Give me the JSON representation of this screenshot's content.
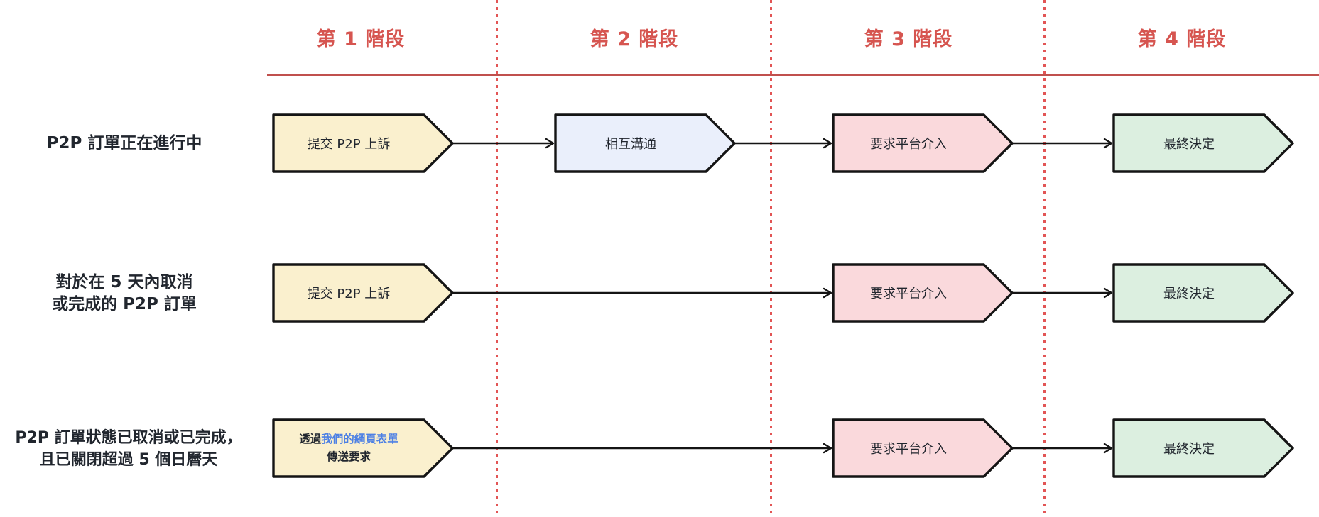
{
  "colors": {
    "yellow": "#faf0ce",
    "blue": "#eaeffb",
    "pink": "#fad9dc",
    "green": "#dcefe0",
    "header": "#d65550",
    "rule": "#c0504d",
    "dot": "#e25555",
    "link": "#4d80e4",
    "ink": "#21262e",
    "border": "#141414"
  },
  "stages": [
    {
      "label": "第 1 階段"
    },
    {
      "label": "第 2 階段"
    },
    {
      "label": "第 3 階段"
    },
    {
      "label": "第 4 階段"
    }
  ],
  "rows": [
    {
      "label_lines": [
        "P2P 訂單正在進行中"
      ],
      "shapes": [
        {
          "label": "提交 P2P 上訴",
          "color": "yellow"
        },
        {
          "label": "相互溝通",
          "color": "blue"
        },
        {
          "label": "要求平台介入",
          "color": "pink"
        },
        {
          "label": "最終決定",
          "color": "green"
        }
      ]
    },
    {
      "label_lines": [
        "對於在 5 天內取消",
        "或完成的 P2P 訂單"
      ],
      "shapes": [
        {
          "label": "提交 P2P 上訴",
          "color": "yellow"
        },
        {
          "label": "要求平台介入",
          "color": "pink"
        },
        {
          "label": "最終決定",
          "color": "green"
        }
      ]
    },
    {
      "label_lines": [
        "P2P 訂單狀態已取消或已完成，",
        "且已關閉超過 5 個日曆天"
      ],
      "shapes": [
        {
          "prefix": "透過",
          "link": "我們的網頁表單",
          "line2": "傳送要求",
          "color": "yellow"
        },
        {
          "label": "要求平台介入",
          "color": "pink"
        },
        {
          "label": "最終決定",
          "color": "green"
        }
      ]
    }
  ]
}
